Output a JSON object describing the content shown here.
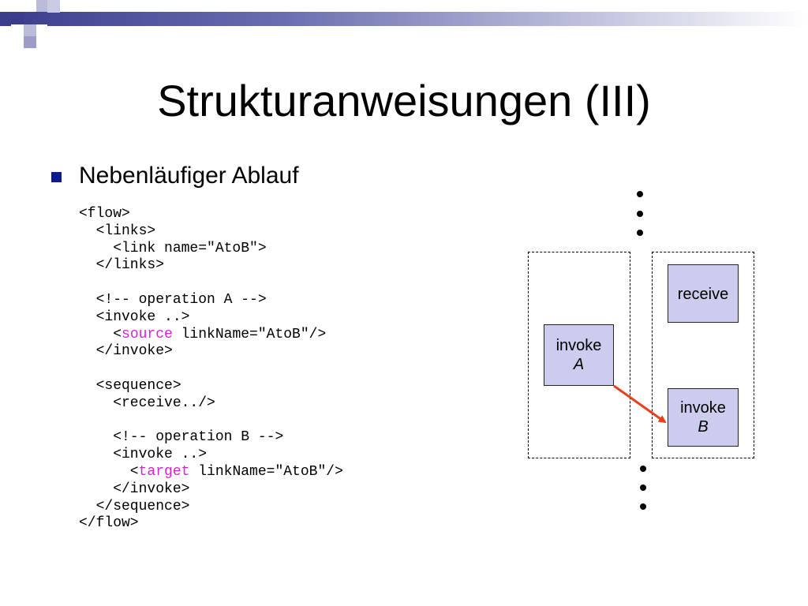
{
  "slide": {
    "title": "Strukturanweisungen  (III)",
    "bullet": "Nebenläufiger Ablauf"
  },
  "code": {
    "l1": "<flow>",
    "l2": "  <links>",
    "l3": "    <link name=\"AtoB\">",
    "l4": "  </links>",
    "l5": "",
    "l6": "  <!-- operation A -->",
    "l7": "  <invoke ..>",
    "l8_pre": "    <",
    "l8_kw": "source",
    "l8_post": " linkName=\"AtoB\"/>",
    "l9": "  </invoke>",
    "l10": "",
    "l11": "  <sequence>",
    "l12": "    <receive../>",
    "l13": "",
    "l14": "    <!-- operation B -->",
    "l15": "    <invoke ..>",
    "l16_pre": "      <",
    "l16_kw": "target",
    "l16_post": " linkName=\"AtoB\"/>",
    "l17": "    </invoke>",
    "l18": "  </sequence>",
    "l19": "</flow>"
  },
  "diagram": {
    "invokeA_line1": "invoke",
    "invokeA_line2": "A",
    "receive": "receive",
    "invokeB_line1": "invoke",
    "invokeB_line2": "B",
    "arrow_color": "#e8401c",
    "box_fill": "#ccccee",
    "keyword_color": "#d621d6",
    "bullet_color": "#0b1a8c"
  }
}
